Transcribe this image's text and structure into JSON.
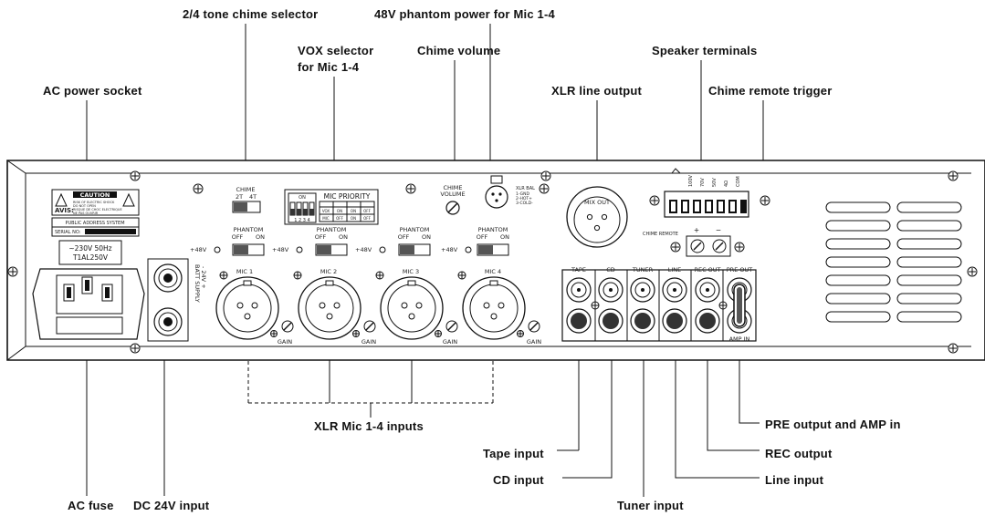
{
  "callouts": {
    "chime_selector": "2/4 tone chime selector",
    "phantom_power": "48V phantom power for Mic 1-4",
    "vox_selector_line1": "VOX selector",
    "vox_selector_line2": "for Mic 1-4",
    "chime_volume": "Chime volume",
    "speaker_terminals": "Speaker terminals",
    "ac_power_socket": "AC power socket",
    "xlr_line_output": "XLR line output",
    "chime_remote_trigger": "Chime remote trigger",
    "xlr_mic_inputs": "XLR Mic 1-4 inputs",
    "pre_output_amp_in": "PRE output and AMP in",
    "tape_input": "Tape input",
    "rec_output": "REC output",
    "cd_input": "CD input",
    "line_input": "Line input",
    "ac_fuse": "AC fuse",
    "dc_input": "DC 24V input",
    "tuner_input": "Tuner input"
  },
  "panel": {
    "caution_title": "CAUTION",
    "caution_avis": "AVIS:",
    "caution_line1": "RISK OF ELECTRIC SHOCK",
    "caution_line2": "DO NOT OPEN",
    "caution_line3": "RISQUE DE CHOC ELECTRIQUE",
    "caution_line4": "NE PAS OUVRIR",
    "pa_system": "PUBLIC ADDRESS SYSTEM",
    "serial_no": "SERIAL NO:",
    "power_spec_line1": "~230V  50Hz",
    "power_spec_line2": "T1AL250V",
    "chime_title": "CHIME",
    "chime_2t": "2T",
    "chime_4t": "4T",
    "mic_priority": "MIC PRIORITY",
    "dip_on": "ON",
    "dip_numbers": "1 2 3 4",
    "priority_grid": [
      "VOX",
      "ON",
      "ON",
      "OFF",
      "MIC",
      "OFF",
      "ON",
      "OFF"
    ],
    "chime_volume_line1": "CHIME",
    "chime_volume_line2": "VOLUME",
    "xlr_bal": "XLR BAL",
    "xlr_pins": [
      "1-GND",
      "2-HOT+",
      "3-COLD-"
    ],
    "mix_out": "MIX OUT",
    "speaker_labels": [
      "100V",
      "70V",
      "50V",
      "4Ω",
      "COM"
    ],
    "chime_remote": "CHIME REMOTE",
    "plus": "+",
    "minus": "−",
    "phantom": "PHANTOM",
    "off": "OFF",
    "on": "ON",
    "plus48v": "+48V",
    "mic_labels": [
      "MIC 1",
      "MIC 2",
      "MIC 3",
      "MIC 4"
    ],
    "gain": "GAIN",
    "batt_supply": "BATT SUPPLY",
    "batt_voltage": "-  24V  +",
    "rca_labels": [
      "TAPE",
      "CD",
      "TUNER",
      "LINE",
      "REC OUT",
      "PRE OUT"
    ],
    "amp_in": "AMP IN"
  }
}
